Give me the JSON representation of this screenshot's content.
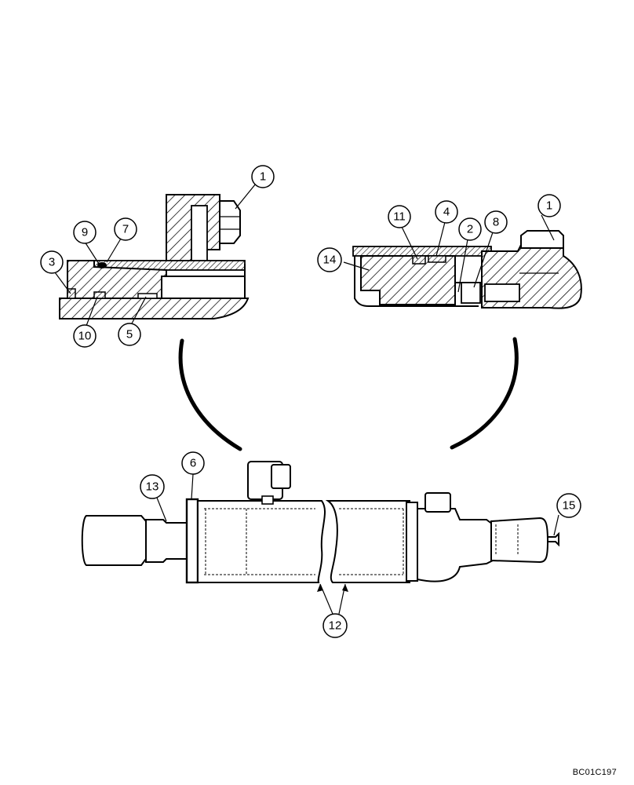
{
  "callouts": [
    {
      "id": "c1a",
      "label": "1"
    },
    {
      "id": "c9",
      "label": "9"
    },
    {
      "id": "c7",
      "label": "7"
    },
    {
      "id": "c3",
      "label": "3"
    },
    {
      "id": "c10",
      "label": "10"
    },
    {
      "id": "c5",
      "label": "5"
    },
    {
      "id": "c11",
      "label": "11"
    },
    {
      "id": "c4",
      "label": "4"
    },
    {
      "id": "c2",
      "label": "2"
    },
    {
      "id": "c8",
      "label": "8"
    },
    {
      "id": "c1b",
      "label": "1"
    },
    {
      "id": "c14",
      "label": "14"
    },
    {
      "id": "c6",
      "label": "6"
    },
    {
      "id": "c13",
      "label": "13"
    },
    {
      "id": "c15",
      "label": "15"
    },
    {
      "id": "c12",
      "label": "12"
    }
  ],
  "document_code": "BC01C197"
}
